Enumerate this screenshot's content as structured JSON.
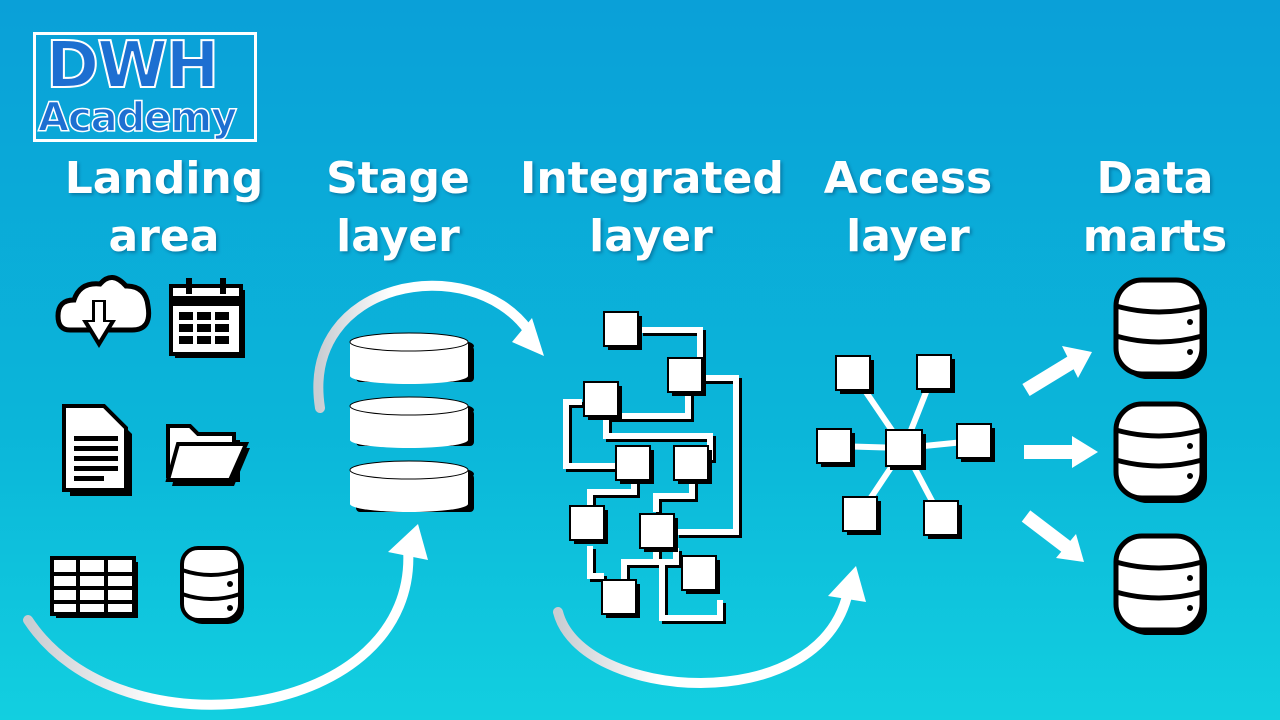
{
  "logo": {
    "line1": "DWH",
    "line2": "Academy"
  },
  "layers": [
    {
      "line1": "Landing",
      "line2": "area"
    },
    {
      "line1": "Stage",
      "line2": "layer"
    },
    {
      "line1": "Integrated",
      "line2": "layer"
    },
    {
      "line1": "Access",
      "line2": "layer"
    },
    {
      "line1": "Data",
      "line2": "marts"
    }
  ],
  "landing_icons": [
    "cloud-download-icon",
    "calendar-icon",
    "document-icon",
    "folder-icon",
    "table-icon",
    "database-icon"
  ],
  "colors": {
    "background_top": "#0aa0d8",
    "background_bottom": "#12cfe0",
    "foreground": "#ffffff",
    "logo_blue": "#1d6fd1",
    "shadow": "#000000"
  }
}
